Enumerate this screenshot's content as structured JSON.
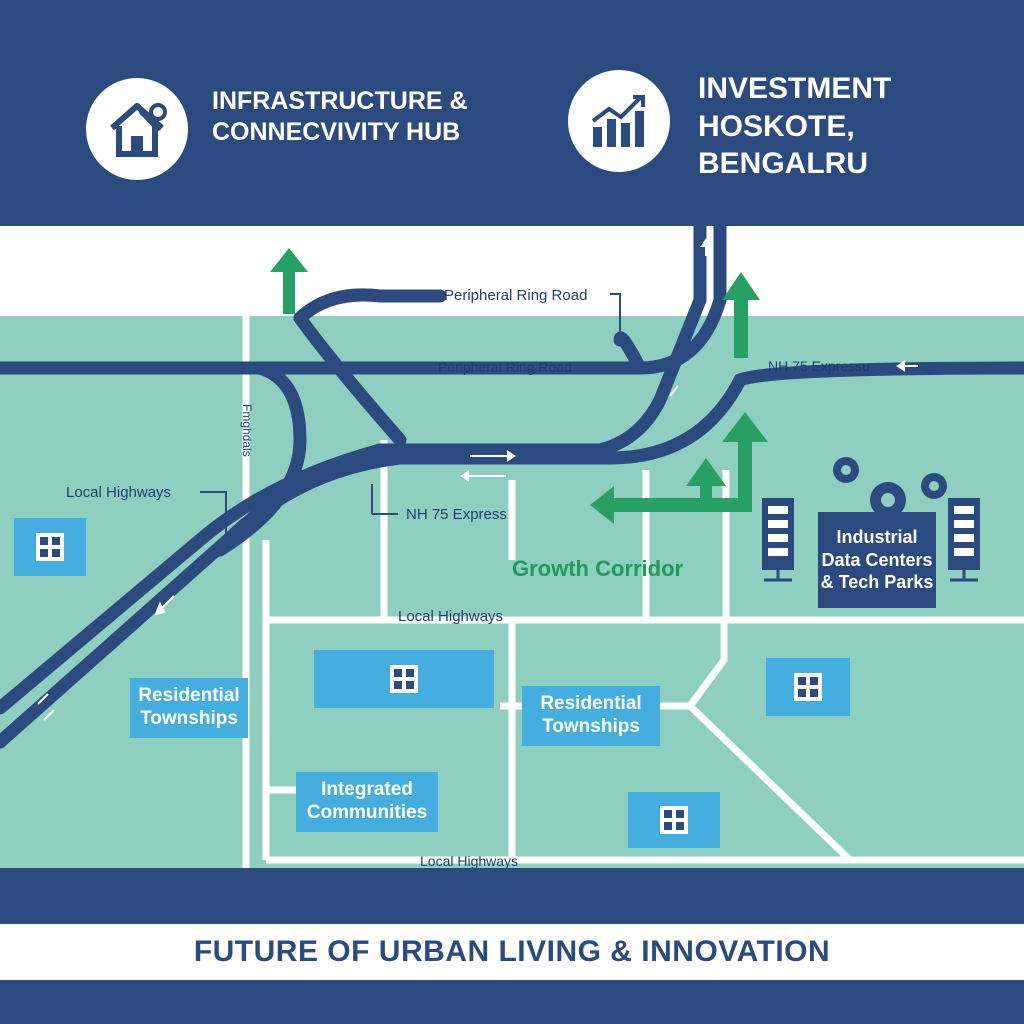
{
  "header": {
    "left_title_line1": "INFRASTRUCTURE &",
    "left_title_line2": "CONNECVIVITY HUB",
    "left_icon": "house-tools-icon",
    "right_title_line1": "INVESTMENT",
    "right_title_line2": "HOSKOTE, BENGALRU",
    "right_icon": "growth-chart-icon"
  },
  "map": {
    "roads": {
      "peripheral_ring_top": "Peripheral Ring Road",
      "peripheral_ring_mid": "Peripheral Ring Road",
      "nh75_right": "NH 75 Expressu",
      "nh75_center": "NH 75 Express",
      "local_highways_left": "Local Highways",
      "local_highways_center": "Local Highways",
      "local_highways_bottom": "Local Highways",
      "vertical_label": "Fmghdals"
    },
    "growth_corridor": "Growth Corridor",
    "zones": {
      "residential_left_line1": "Residential",
      "residential_left_line2": "Townships",
      "residential_center_line1": "Residential",
      "residential_center_line2": "Townships",
      "integrated_line1": "Integrated",
      "integrated_line2": "Communities"
    },
    "industrial": {
      "line1": "Industrial",
      "line2": "Data Centers",
      "line3": "& Tech Parks"
    }
  },
  "footer": {
    "title": "FUTURE OF URBAN LIVING & INNOVATION"
  },
  "colors": {
    "navy": "#2b4a80",
    "map_green": "#8fcfbf",
    "zone_blue": "#44aee0",
    "accent_green": "#27a063"
  }
}
